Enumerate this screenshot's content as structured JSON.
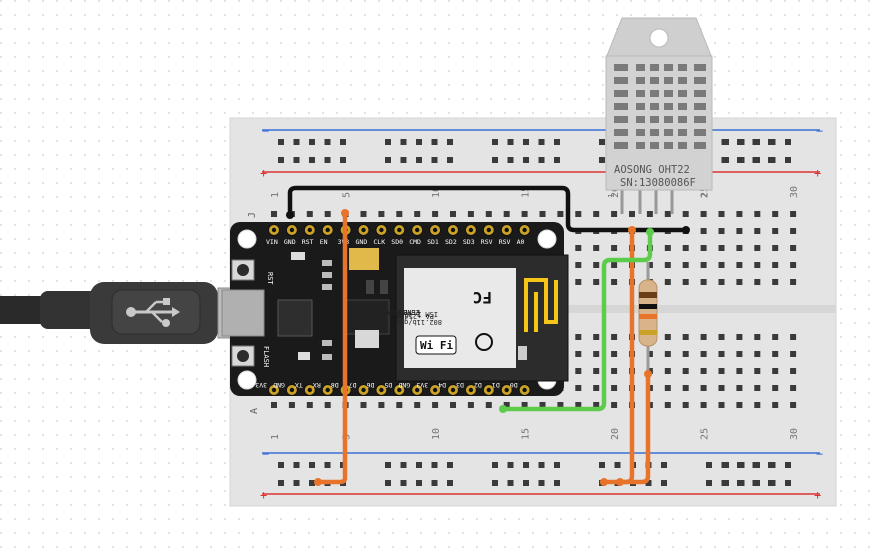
{
  "breadboard": {
    "row_numbers_top": [
      "1",
      "5",
      "10",
      "15",
      "20",
      "25",
      "30"
    ],
    "row_numbers_bottom": [
      "1",
      "5",
      "10",
      "15",
      "20",
      "25",
      "30"
    ],
    "col_letters": [
      "J",
      "A"
    ],
    "rail_signs": {
      "minus": "−",
      "plus": "+"
    }
  },
  "nodemcu": {
    "pins_top": [
      "VIN",
      "GND",
      "RST",
      "EN",
      "3V3",
      "GND",
      "CLK",
      "SD0",
      "CMD",
      "SD1",
      "SD2",
      "SD3",
      "RSV",
      "RSV",
      "A0"
    ],
    "pins_bottom": [
      "3V3",
      "GND",
      "TX",
      "RX",
      "D8",
      "D7",
      "D6",
      "D5",
      "GND",
      "3V3",
      "D4",
      "D3",
      "D2",
      "D1",
      "D0"
    ],
    "buttons": [
      "RST",
      "FLASH"
    ],
    "module_text": [
      "ESP8266MOD",
      "VENDOR AI-THINKER",
      "ISM 2.4GHz",
      "PA +25dBm",
      "802.11b/g/n"
    ],
    "wifi_label": "Wi Fi",
    "fcc_label": "FC"
  },
  "sensor": {
    "brand_line": "AOSONG OHT22",
    "serial_line": "SN:13080086F",
    "pin_labels": [
      "1",
      "2"
    ]
  },
  "usb": {
    "icon": "usb-icon"
  },
  "colors": {
    "black_wire": "#111111",
    "orange_wire": "#e8742c",
    "green_wire": "#5ccc4a",
    "rail_red": "#d33",
    "rail_blue": "#3a6fd8",
    "board": "#1a1a1a"
  }
}
